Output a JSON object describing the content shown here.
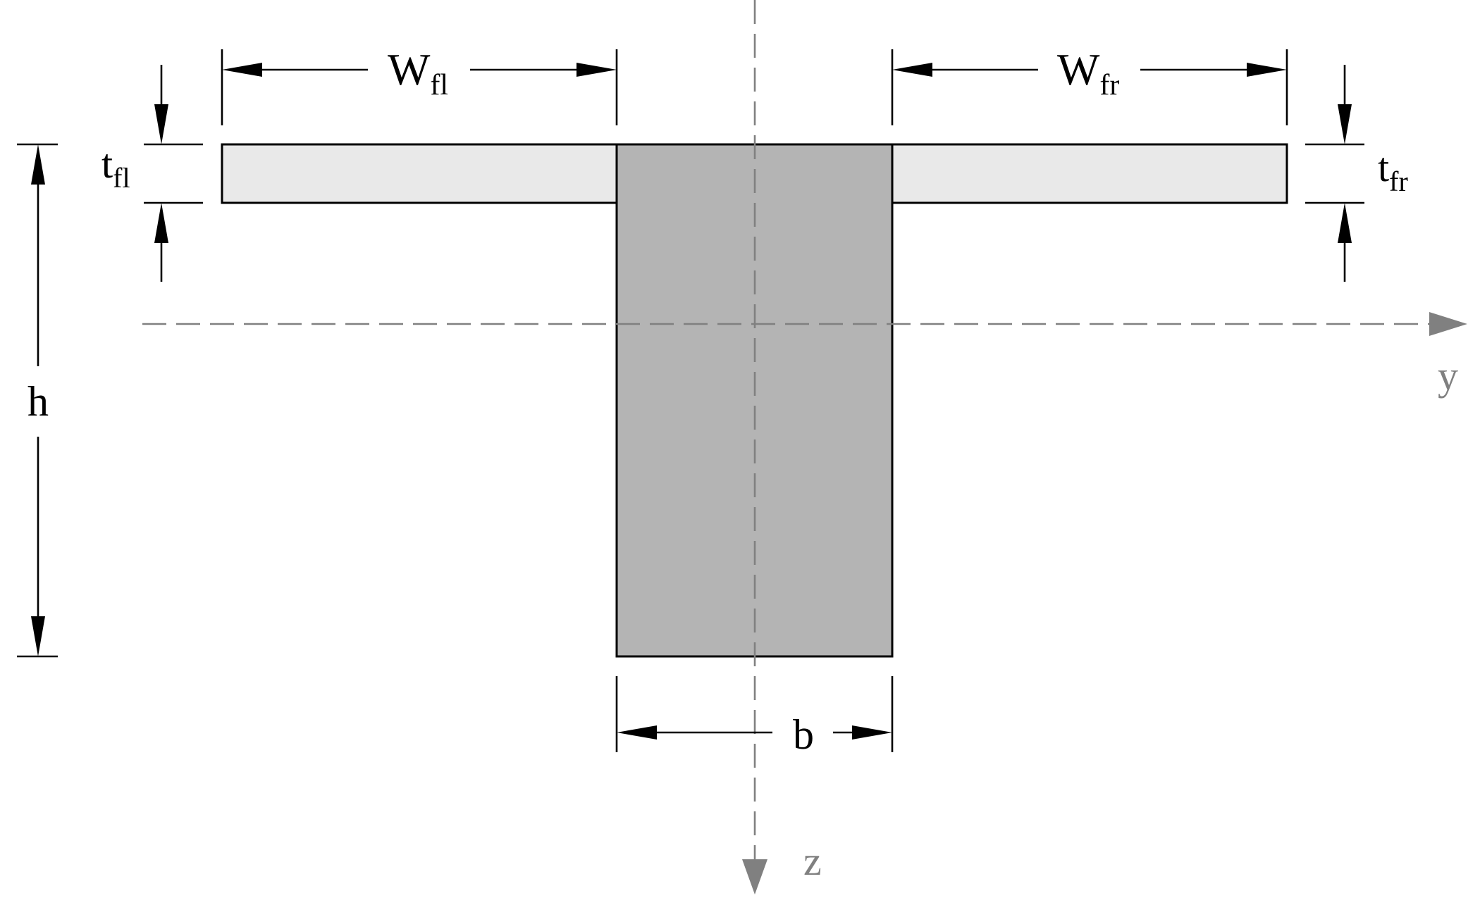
{
  "labels": {
    "wfl": {
      "main": "W",
      "sub": "fl"
    },
    "wfr": {
      "main": "W",
      "sub": "fr"
    },
    "tfl": {
      "main": "t",
      "sub": "fl"
    },
    "tfr": {
      "main": "t",
      "sub": "fr"
    },
    "h": "h",
    "b": "b"
  },
  "axes": {
    "y_label": "y",
    "z_label": "z"
  },
  "colors": {
    "flange_fill": "#e9e9e9",
    "web_fill": "#b4b4b4",
    "outline": "#000000",
    "axis": "#808080",
    "dimension": "#000000"
  }
}
